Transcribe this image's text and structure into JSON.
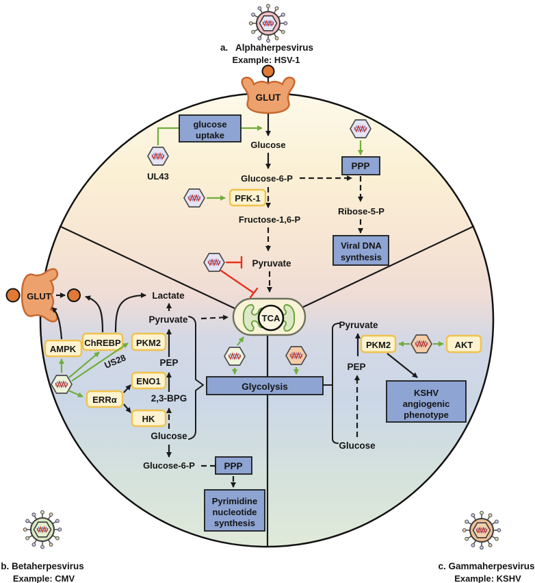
{
  "figure": {
    "panels": {
      "alpha": {
        "id_label": "a.   Alphaherpesvirus",
        "example": "Example: HSV-1"
      },
      "beta": {
        "id_label": "b. Betaherpesvirus",
        "example": "Example: CMV"
      },
      "gamma": {
        "id_label": "c. Gammaherpesvirus",
        "example": "Example: KSHV"
      }
    },
    "alpha": {
      "glut": "GLUT",
      "uptake1": "glucose",
      "uptake2": "uptake",
      "ul43": "UL43",
      "glucose": "Glucose",
      "g6p": "Glucose-6-P",
      "pfk1": "PFK-1",
      "f16p": "Fructose-1,6-P",
      "pyruvate": "Pyruvate",
      "ppp": "PPP",
      "r5p": "Ribose-5-P",
      "viral1": "Viral DNA",
      "viral2": "synthesis"
    },
    "beta": {
      "glut": "GLUT",
      "ampk": "AMPK",
      "chrebp": "ChREBP",
      "pkm2": "PKM2",
      "us28": "US28",
      "eno1": "ENO1",
      "erra": "ERRα",
      "hk": "HK",
      "lactate": "Lactate",
      "pyruvate": "Pyruvate",
      "pep": "PEP",
      "bpg": "2,3-BPG",
      "glucose": "Glucose",
      "g6p": "Glucose-6-P",
      "ppp": "PPP",
      "pyrimidine1": "Pyrimidine",
      "pyrimidine2": "nucleotide",
      "pyrimidine3": "synthesis"
    },
    "center": {
      "tca": "TCA",
      "glycolysis": "Glycolysis"
    },
    "gamma": {
      "pyruvate": "Pyruvate",
      "pkm2": "PKM2",
      "akt": "AKT",
      "pep": "PEP",
      "glucose": "Glucose",
      "kshv1": "KSHV",
      "kshv2": "angiogenic",
      "kshv3": "phenotype"
    },
    "colors": {
      "box_blue": "#8ea4d2",
      "box_yellow_fill": "#fdf3d0",
      "box_yellow_border": "#f0c24b",
      "glut_fill": "#eda26e",
      "glut_border": "#c8682f",
      "glucose_dot": "#e07a36",
      "arrow_green": "#6fae3e",
      "inhibit_red": "#e8301d",
      "hex_lavender": "#e5e4f4",
      "hex_green": "#eef3dc",
      "hex_orange": "#f6cda9",
      "virion_alpha_body": "#f2c0c6",
      "virion_beta_body": "#d9e8c2",
      "virion_gamma_body": "#efbf96",
      "mito_fill": "#f8f2d6",
      "mito_green": "#dde9c6"
    }
  }
}
